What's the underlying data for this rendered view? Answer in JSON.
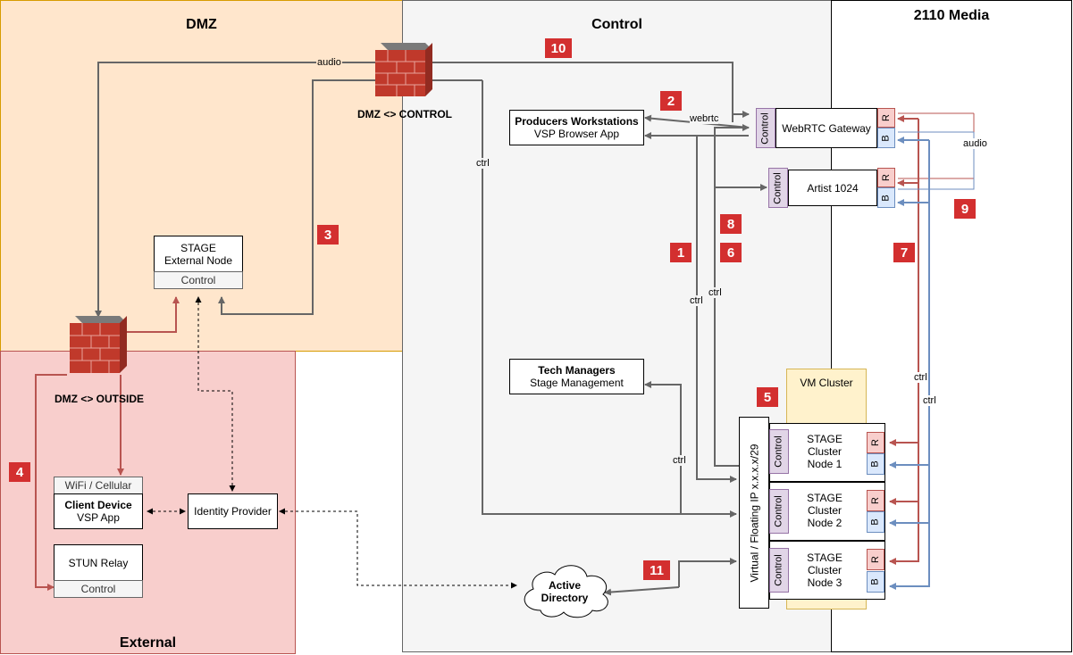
{
  "zones": {
    "dmz": "DMZ",
    "control": "Control",
    "media": "2110 Media",
    "external": "External"
  },
  "firewalls": {
    "dmz_control": "DMZ <> CONTROL",
    "dmz_outside": "DMZ <> OUTSIDE"
  },
  "nodes": {
    "producers": {
      "title": "Producers Workstations",
      "sub": "VSP Browser App"
    },
    "tech_managers": {
      "title": "Tech Managers",
      "sub": "Stage Management"
    },
    "webrtc_gateway": "WebRTC Gateway",
    "artist": "Artist 1024",
    "stage_external": {
      "line1": "STAGE",
      "line2": "External Node",
      "control": "Control"
    },
    "client_device": {
      "header": "WiFi / Cellular",
      "title": "Client Device",
      "sub": "VSP App"
    },
    "stun_relay": {
      "title": "STUN Relay",
      "control": "Control"
    },
    "identity_provider": "Identity Provider",
    "active_directory": {
      "line1": "Active",
      "line2": "Directory"
    },
    "vm_cluster": "VM Cluster",
    "virtual_ip": "Virtual / Floating IP x.x.x.x/29",
    "cluster_nodes": [
      {
        "line1": "STAGE",
        "line2": "Cluster",
        "line3": "Node 1"
      },
      {
        "line1": "STAGE",
        "line2": "Cluster",
        "line3": "Node 2"
      },
      {
        "line1": "STAGE",
        "line2": "Cluster",
        "line3": "Node 3"
      }
    ]
  },
  "ports": {
    "control": "Control",
    "red": "R",
    "blue": "B"
  },
  "labels": {
    "audio_top": "audio",
    "audio_right": "audio",
    "webrtc": "webrtc",
    "ctrl_firewall": "ctrl",
    "ctrl_1": "ctrl",
    "ctrl_6": "ctrl",
    "ctrl_tech": "ctrl",
    "ctrl_media_1": "ctrl",
    "ctrl_media_2": "ctrl"
  },
  "badges": [
    "1",
    "2",
    "3",
    "4",
    "5",
    "6",
    "7",
    "8",
    "9",
    "10",
    "11"
  ],
  "colors": {
    "dmz_fill": "#ffe6cc",
    "dmz_border": "#d79b00",
    "external_fill": "#f8cecc",
    "external_border": "#b85450",
    "control_fill": "#f5f5f5",
    "control_border": "#666666",
    "vm_fill": "#fff2cc",
    "vm_border": "#d6b656",
    "red_line": "#b85450",
    "blue_line": "#6c8ebf",
    "gray_line": "#666666",
    "badge": "#d32f2f"
  }
}
